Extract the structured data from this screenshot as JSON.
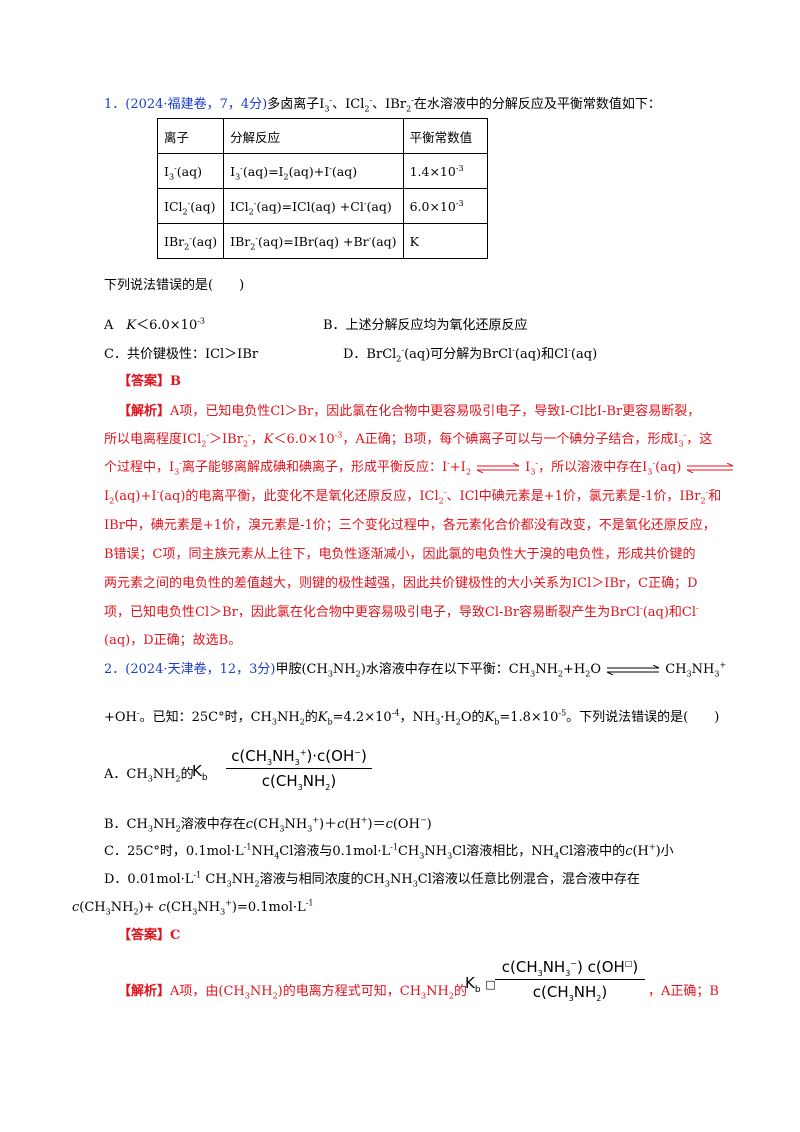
{
  "q1": {
    "number": "1．",
    "source": "(2024·福建卷，7，4分)",
    "stem": "多卤离子I3-、ICl2-、IBr2-在水溶液中的分解反应及平衡常数值如下：",
    "table": {
      "headers": [
        "离子",
        "分解反应",
        "平衡常数值"
      ],
      "rows": [
        [
          "I3-(aq)",
          "I3-(aq)=I2(aq)+I-(aq)",
          "1.4×10-3"
        ],
        [
          "ICl2-(aq)",
          "ICl2-(aq)=ICl(aq) +Cl-(aq)",
          "6.0×10-3"
        ],
        [
          "IBr2-(aq)",
          "IBr2-(aq)=IBr(aq) +Br-(aq)",
          "K"
        ]
      ]
    },
    "question": "下列说法错误的是(　　)",
    "optA": "A　K＜6.0×10-3",
    "optB": "B．上述分解反应均为氧化还原反应",
    "optC": "C．共价键极性：ICl＞IBr",
    "optD": "D．BrCl2-(aq)可分解为BrCl-(aq)和Cl-(aq)",
    "answer_label": "【答案】B",
    "analysis": [
      "【解析】A项，已知电负性Cl＞Br，因此氯在化合物中更容易吸引电子，导致I-Cl比I-Br更容易断裂，",
      "所以电离程度ICl2-＞IBr2-，K＜6.0×10-3，A正确；B项，每个碘离子可以与一个碘分子结合，形成I3-，这",
      "个过程中，I3-离子能够离解成碘和碘离子，形成平衡反应：I-+I2 ⇌ I3-，所以溶液中存在I3-(aq) ⇌",
      "I2(aq)+I-(aq)的电离平衡，此变化不是氧化还原反应，ICl2-、ICl中碘元素是+1价，氯元素是-1价，IBr2-和",
      "IBr中，碘元素是+1价，溴元素是-1价；三个变化过程中，各元素化合价都没有改变，不是氧化还原反应，",
      "B错误；C项，同主族元素从上往下，电负性逐渐减小，因此氯的电负性大于溴的电负性，形成共价键的",
      "两元素之间的电负性的差值越大，则键的极性越强，因此共价键极性的大小关系为ICl＞IBr，C正确；D",
      "项，已知电负性Cl＞Br，因此氯在化合物中更容易吸引电子，导致Cl-Br容易断裂产生为BrCl-(aq)和Cl-",
      "(aq)，D正确；故选B。"
    ]
  },
  "q2": {
    "number": "2．",
    "source": "(2024·天津卷，12，3分)",
    "stem": "甲胺(CH3NH2)水溶液中存在以下平衡：CH3NH2+H2O ⇌ CH3NH3+",
    "stem2": "+OH-。已知：25C°时，CH3NH2的Kb=4.2×10-4，NH3·H2O的Kb=1.8×10-5。下列说法错误的是(　　)",
    "optA_prefix": "A．CH3NH2的",
    "kb": "K",
    "kb_sub": "b",
    "frac_num": "c(CH3NH3+)·c(OH−)",
    "frac_den": "c(CH3NH2)",
    "optB": "B．CH3NH2溶液中存在c(CH3NH3+)＋c(H+)＝c(OH−)",
    "optC": "C．25C°时，0.1mol·L-1NH4Cl溶液与0.1mol·L-1CH3NH3Cl溶液相比，NH4Cl溶液中的c(H+)小",
    "optD1": "D．0.01mol·L-1 CH3NH2溶液与相同浓度的CH3NH3Cl溶液以任意比例混合，混合液中存在",
    "optD2": "c(CH3NH2)+ c(CH3NH3+)=0.1mol·L-1",
    "answer_label": "【答案】C",
    "analysis_prefix": "【解析】A项，由(CH3NH2)的电离方程式可知，CH3NH2的",
    "analysis_suffix": "，A正确；B",
    "frac2_num": "c(CH3NH3−)·c(OH□)",
    "frac2_den": "c(CH3NH2)"
  }
}
